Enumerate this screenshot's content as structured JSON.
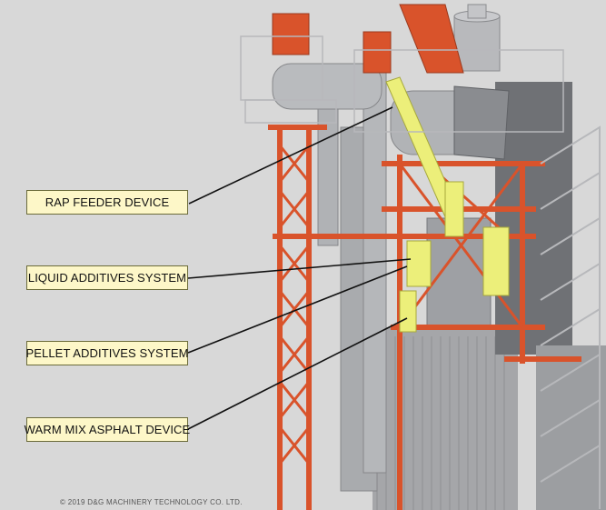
{
  "callouts": [
    {
      "id": "rap",
      "label": "RAP FEEDER  DEVICE"
    },
    {
      "id": "liquid",
      "label": "LIQUID ADDITIVES SYSTEM"
    },
    {
      "id": "pellet",
      "label": "PELLET ADDITIVES SYSTEM"
    },
    {
      "id": "wma",
      "label": "WARM MIX ASPHALT DEVICE"
    }
  ],
  "copyright": "© 2019 D&G MACHINERY TECHNOLOGY CO. LTD.",
  "colors": {
    "background": "#d8d8d8",
    "steel_frame": "#d9532b",
    "equipment_gray": "#a9abae",
    "highlight_yellow": "#ecef7a",
    "callout_fill": "#fdf7c8",
    "leader_line": "#111111"
  },
  "icons": [
    "asphalt-plant-illustration"
  ]
}
